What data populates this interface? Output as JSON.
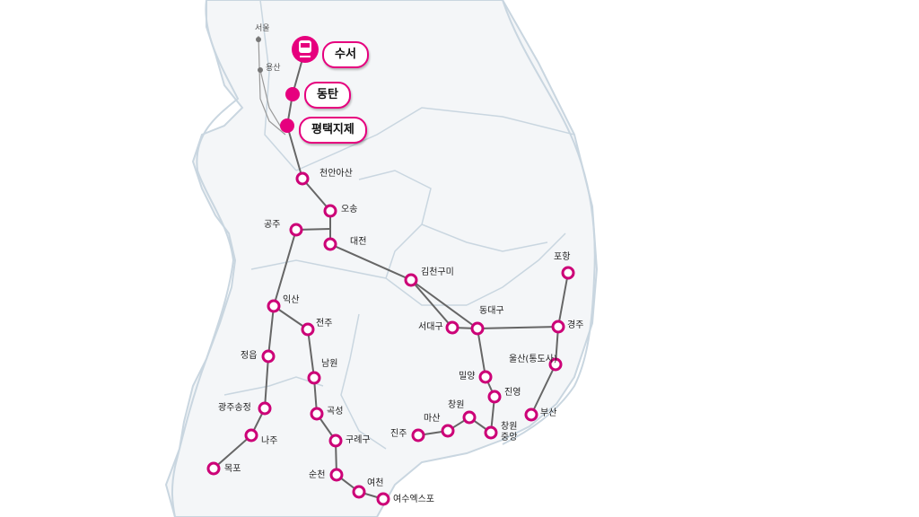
{
  "colors": {
    "accent": "#e6007e",
    "line": "#666666",
    "region": "#c9d6e0",
    "land": "#f4f6f8"
  },
  "labels": {
    "seoul": "서울",
    "yongsan": "용산",
    "suseo": "수서",
    "dongtan": "동탄",
    "pyeongtaek": "평택지제",
    "cheonan": "천안아산",
    "osong": "오송",
    "gongju": "공주",
    "daejeon": "대전",
    "gimcheon": "김천구미",
    "iksan": "익산",
    "jeonju": "전주",
    "seodaegu": "서대구",
    "dongdaegu": "동대구",
    "pohang": "포항",
    "gyeongju": "경주",
    "jeongeup": "정읍",
    "namwon": "남원",
    "ulsan": "울산(통도사)",
    "miryang": "밀양",
    "jinyeong": "진영",
    "gwangju": "광주송정",
    "gokseong": "곡성",
    "changwon": "창원",
    "masan": "마산",
    "busan": "부산",
    "changwon_line1": "창원",
    "changwon_line2": "중앙",
    "jinju": "진주",
    "naju": "나주",
    "guryegu": "구례구",
    "mokpo": "목포",
    "suncheon": "순천",
    "yeocheon": "여천",
    "yeosu": "여수엑스포"
  },
  "icons": {
    "train": "train-icon"
  }
}
